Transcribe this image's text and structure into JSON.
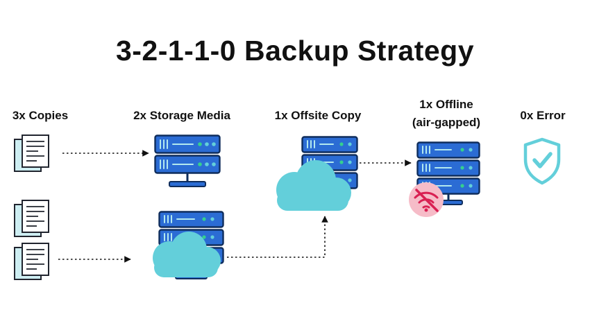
{
  "title": "3-2-1-1-0 Backup Strategy",
  "columns": [
    {
      "id": "copies",
      "label": "3x Copies",
      "icons": [
        "document-icon",
        "document-icon",
        "document-icon"
      ]
    },
    {
      "id": "storage-media",
      "label": "2x Storage Media",
      "icons": [
        "server-rack-icon",
        "server-icon",
        "cloud-icon"
      ]
    },
    {
      "id": "offsite-copy",
      "label": "1x Offsite Copy",
      "icons": [
        "server-icon",
        "cloud-icon"
      ]
    },
    {
      "id": "offline",
      "label": "1x Offline",
      "sublabel": "(air-gapped)",
      "icons": [
        "server-icon",
        "wifi-off-icon"
      ]
    },
    {
      "id": "zero-error",
      "label": "0x Error",
      "icons": [
        "shield-check-icon"
      ]
    }
  ],
  "arrows": [
    {
      "from": "copies-doc-1",
      "to": "storage-media-rack",
      "style": "dotted"
    },
    {
      "from": "copies-doc-3",
      "to": "storage-media-cloud",
      "style": "dotted"
    },
    {
      "from": "storage-media-cloud",
      "to": "offsite-copy-cloud",
      "style": "dotted"
    },
    {
      "from": "offsite-copy-server",
      "to": "offline-server",
      "style": "dotted"
    }
  ],
  "colors": {
    "background": "#ffffff",
    "title_text": "#111111",
    "label_text": "#111111",
    "server_blue": "#2b6cd4",
    "server_navy": "#0f2d5c",
    "teal": "#63cfda",
    "teal_light": "#b3e9ef",
    "led_green": "#35d08f",
    "red": "#d92052",
    "pink": "#f6bcc8",
    "doc_teal": "#cdeef2",
    "ink": "#20242e",
    "arrow": "#111111"
  }
}
